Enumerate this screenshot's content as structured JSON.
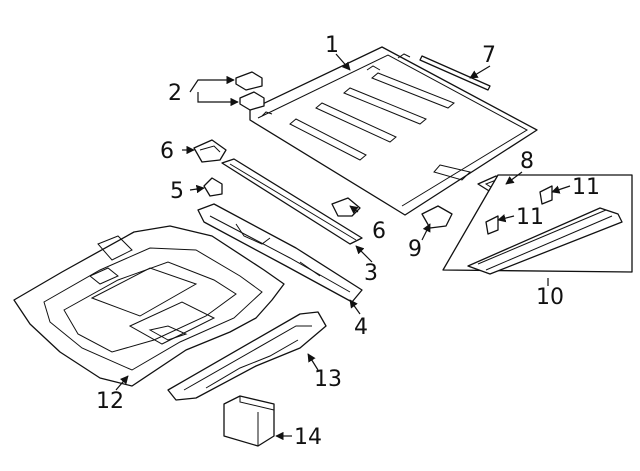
{
  "diagram": {
    "callouts": [
      {
        "id": "c1",
        "label": "1"
      },
      {
        "id": "c2",
        "label": "2"
      },
      {
        "id": "c3",
        "label": "3"
      },
      {
        "id": "c4",
        "label": "4"
      },
      {
        "id": "c5",
        "label": "5"
      },
      {
        "id": "c6a",
        "label": "6"
      },
      {
        "id": "c6b",
        "label": "6"
      },
      {
        "id": "c7",
        "label": "7"
      },
      {
        "id": "c8",
        "label": "8"
      },
      {
        "id": "c9",
        "label": "9"
      },
      {
        "id": "c10",
        "label": "10"
      },
      {
        "id": "c11a",
        "label": "11"
      },
      {
        "id": "c11b",
        "label": "11"
      },
      {
        "id": "c12",
        "label": "12"
      },
      {
        "id": "c13",
        "label": "13"
      },
      {
        "id": "c14",
        "label": "14"
      }
    ]
  }
}
